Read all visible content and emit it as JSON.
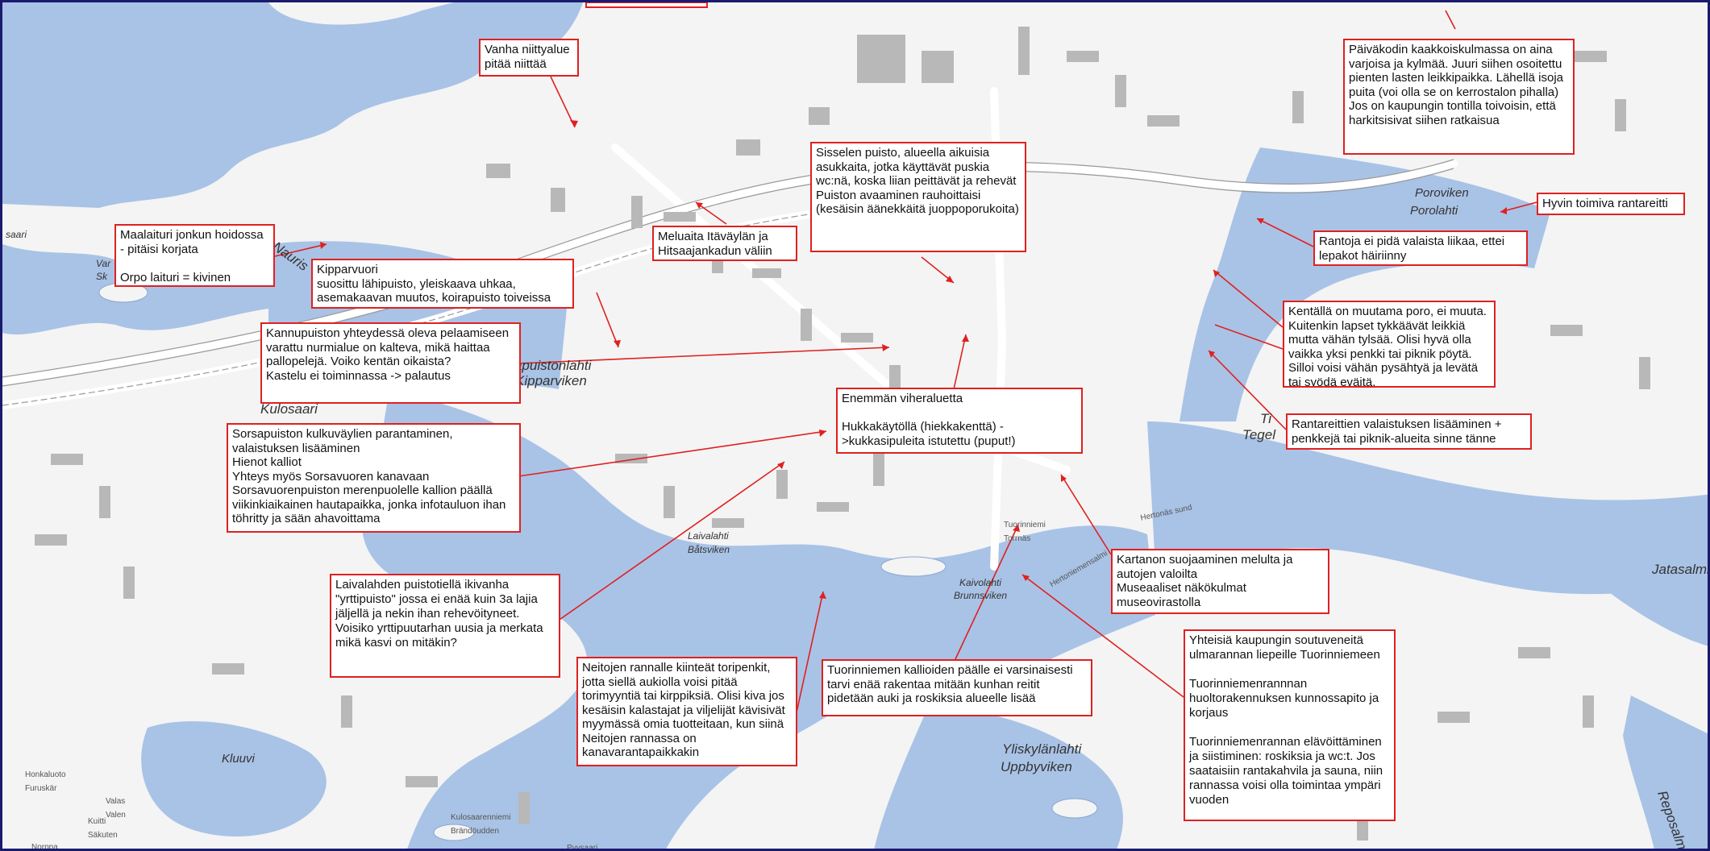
{
  "notes": [
    {
      "id": "niittyalue",
      "text": "Vanha niittyalue\npitää niittää"
    },
    {
      "id": "paivakoti",
      "text": "Päiväkodin kaakkoiskulmassa on aina varjoisa ja kylmää. Juuri siihen osoitettu pienten lasten leikkipaikka. Lähellä isoja puita (voi olla se on kerrostalon pihalla) Jos on kaupungin tontilla toivoisin, että harkitsisivat siihen ratkaisua"
    },
    {
      "id": "sisselen",
      "text": "Sisselen puisto, alueella aikuisia asukkaita, jotka käyttävät puskia wc:nä, koska liian peittävät ja rehevät\nPuiston avaaminen rauhoittaisi (kesäisin äänekkäitä juoppoporukoita)"
    },
    {
      "id": "rantareitti",
      "text": "Hyvin toimiva rantareitti"
    },
    {
      "id": "maalaituri",
      "text": "Maalaituri jonkun hoidossa\n- pitäisi korjata\n\nOrpo laituri = kivinen"
    },
    {
      "id": "meluaita",
      "text": "Meluaita Itäväylän ja\nHitsaajankadun väliin"
    },
    {
      "id": "rantoja",
      "text": "Rantoja ei pidä valaista liikaa, ettei lepakot häiriinny"
    },
    {
      "id": "kipparvuori",
      "text": "Kipparvuori\nsuosittu lähipuisto, yleiskaava uhkaa, asemakaavan muutos, koirapuisto toiveissa"
    },
    {
      "id": "kentalla",
      "text": "Kentällä on muutama poro, ei muuta. Kuitenkin lapset tykkäävät leikkiä mutta vähän tylsää. Olisi hyvä olla vaikka yksi penkki tai piknik pöytä. Silloi voisi vähän pysähtyä ja levätä tai syödä eväitä."
    },
    {
      "id": "kannupuisto",
      "text": "Kannupuiston yhteydessä oleva pelaamiseen varattu nurmialue on kalteva, mikä haittaa pallopelejä. Voiko kentän oikaista?\nKastelu ei toiminnassa -> palautus"
    },
    {
      "id": "viheraluetta",
      "text": "Enemmän viheraluetta\n\nHukkakäytöllä (hiekkakenttä) ->kukkasipuleita istutettu (puput!)"
    },
    {
      "id": "rantareittien",
      "text": "Rantareittien valaistuksen lisääminen + penkkejä tai piknik-alueita sinne tänne"
    },
    {
      "id": "sorsapuisto",
      "text": "Sorsapuiston kulkuväylien parantaminen, valaistuksen lisääminen\nHienot kalliot\nYhteys myös Sorsavuoren kanavaan\nSorsavuorenpuiston merenpuolelle kallion päällä viikinkiaikainen hautapaikka, jonka infotauluon ihan töhritty ja sään ahavoittama"
    },
    {
      "id": "kartanon",
      "text": "Kartanon suojaaminen melulta ja autojen valoilta\nMuseaaliset näkökulmat museovirastolla"
    },
    {
      "id": "laivalahden",
      "text": "Laivalahden puistotiellä ikivanha \"yrttipuisto\" jossa ei enää kuin 3a lajia jäljellä ja nekin ihan rehevöityneet. Voisiko yrttipuutarhan uusia ja merkata mikä kasvi on mitäkin?"
    },
    {
      "id": "soutuveneita",
      "text": "Yhteisiä kaupungin soutuveneitä ulmarannan liepeille Tuorinniemeen\n\nTuorinniemenrannnan huoltorakennuksen kunnossapito ja korjaus\n\nTuorinniemenrannan elävöittäminen ja siistiminen: roskiksia ja wc:t. Jos saataisiin rantakahvila ja sauna, niin rannassa voisi olla toimintaa ympäri vuoden"
    },
    {
      "id": "neitojen",
      "text": "Neitojen rannalle kiinteät toripenkit, jotta siellä aukiolla voisi pitää torimyyntiä tai kirppiksiä. Olisi kiva jos kesäisin kalastajat ja viljelijät kävisivät myymässä omia tuotteitaan, kun siinä Neitojen rannassa on kanavarantapaikkakin"
    },
    {
      "id": "tuorinniemen",
      "text": "Tuorinniemen kallioiden päälle ei varsinaisesti tarvi enää rakentaa mitään kunhan reitit pidetään auki ja roskiksia alueelle lisää"
    }
  ],
  "places": [
    {
      "id": "porolahti",
      "text": "Porolahti"
    },
    {
      "id": "poroviken",
      "text": "Poroviken"
    },
    {
      "id": "sorsapuistonlahti",
      "text": "Sorsapuistonlahti"
    },
    {
      "id": "kipparviken",
      "text": "Kipparviken"
    },
    {
      "id": "kulosaari",
      "text": "Kulosaari"
    },
    {
      "id": "laivalahti",
      "text": "Laivalahti"
    },
    {
      "id": "batsviken",
      "text": "Båtsviken"
    },
    {
      "id": "kaivolahti",
      "text": "Kaivolahti"
    },
    {
      "id": "brunnsviken",
      "text": "Brunnsviken"
    },
    {
      "id": "kluuvi",
      "text": "Kluuvi"
    },
    {
      "id": "yliskylanlahti",
      "text": "Yliskylänlahti"
    },
    {
      "id": "uppbyviken",
      "text": "Uppbyviken"
    },
    {
      "id": "jatasalmi",
      "text": "Jatasalmi"
    },
    {
      "id": "tegel",
      "text": "Tegel"
    },
    {
      "id": "ti",
      "text": "Ti"
    },
    {
      "id": "saari",
      "text": "saari"
    },
    {
      "id": "nauris",
      "text": "Nauris"
    },
    {
      "id": "var",
      "text": "Var"
    },
    {
      "id": "sk",
      "text": "Sk"
    },
    {
      "id": "honkaluoto",
      "text": "Honkaluoto\nFuruskär"
    },
    {
      "id": "valas",
      "text": "Valas\nValen"
    },
    {
      "id": "kuitti",
      "text": "Kuitti\nSäkuten"
    },
    {
      "id": "norppa",
      "text": "Norppa"
    },
    {
      "id": "kulosaarenniemi",
      "text": "Kulosaarenniemi\nBrändöudden"
    },
    {
      "id": "pyysaari",
      "text": "Pyysaari"
    },
    {
      "id": "reposalmi",
      "text": "Reposalmi"
    },
    {
      "id": "tuorinniemi",
      "text": "Tuorinniemi\nTorrnäs"
    },
    {
      "id": "hertonas_sund",
      "text": "Hertonäs sund"
    },
    {
      "id": "hertoniemensalmi",
      "text": "Hertoniemensalmi"
    }
  ]
}
